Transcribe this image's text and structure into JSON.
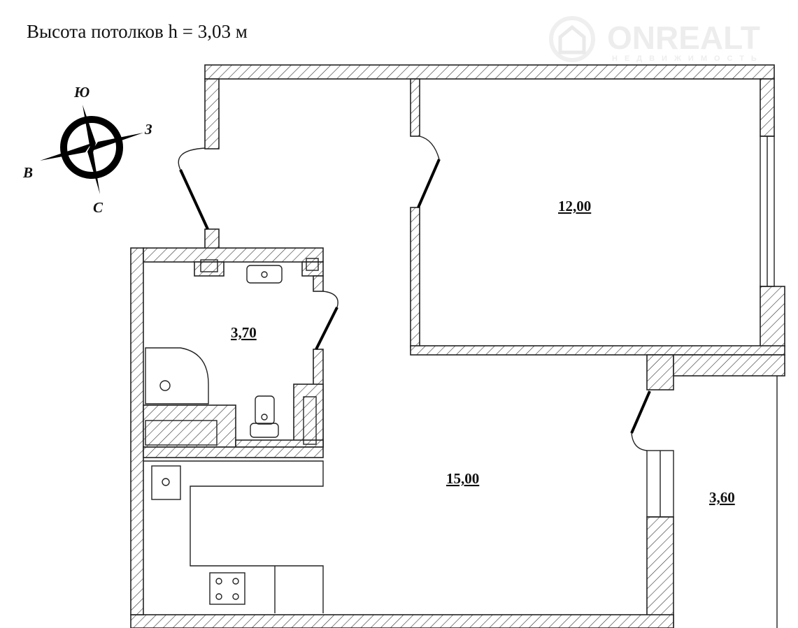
{
  "header": {
    "ceiling_height": "Высота потолков h = 3,03 м"
  },
  "watermark": {
    "brand": "ONREALT",
    "subtitle": "НЕДВИЖИМОСТЬ"
  },
  "compass": {
    "north": "С",
    "south": "Ю",
    "east": "В",
    "west": "З"
  },
  "rooms": [
    {
      "name": "room",
      "area": "12,00"
    },
    {
      "name": "bathroom",
      "area": "3,70"
    },
    {
      "name": "kitchen-living",
      "area": "15,00"
    },
    {
      "name": "balcony",
      "area": "3,60"
    }
  ]
}
